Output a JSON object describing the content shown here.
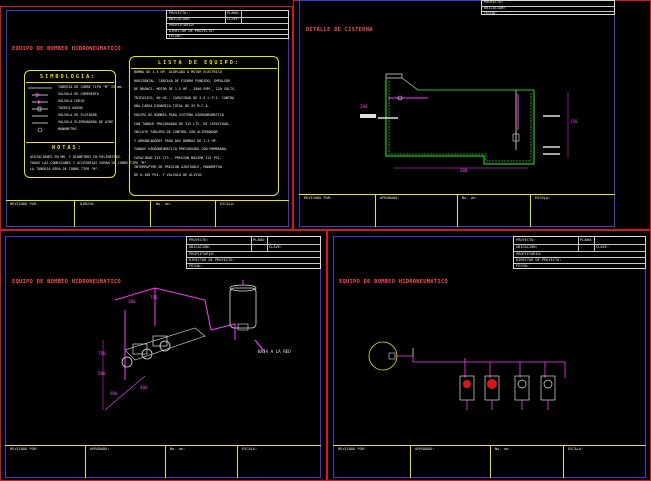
{
  "sheets": {
    "s1": {
      "title": "EQUIPO DE BOMBEO HIDRONEUMATICO",
      "legend_heading": "SIMBOLOGIA:",
      "legend_items": [
        "TUBERIA DE COBRE TIPO \"M\" 25 mm.",
        "VALVULA DE COMPUERTA",
        "VALVULA CHECK",
        "TUERCA UNION",
        "VALVULA DE FLOTADOR",
        "VALVULA ELIMINADORA DE AIRE",
        "MANOMETRO"
      ],
      "notes_heading": "NOTAS:",
      "notes": [
        "ACOTACIONES EN MM. Y DIAMETROS EN MILIMETROS.",
        "TODAS LAS CONEXIONES Y ACCESORIOS SERAN DE COBRE TIPO \"M\".",
        "LA TUBERIA SERA DE COBRE TIPO \"M\"."
      ],
      "equip_heading": "LISTA DE EQUIPO:",
      "equip_lines": [
        "BOMBA DE 1.5 HP. ACOPLADA A MOTOR ELECTRICO",
        "HORIZONTAL, CARCASA DE FIERRO FUNDIDO, IMPULSOR",
        "DE BRONCE, MOTOR DE 1.5 HP., 3500 RPM., 220 VOLTS,",
        "TRIFASICO, 60 HZ., CAPACIDAD DE 2.5 L.P.S. CONTRA",
        "UNA CARGA DINAMICA TOTAL DE 35 M.C.A.",
        "EQUIPO DE BOMBEO PARA SISTEMA HIDRONEUMATICO",
        "CON TANQUE PRECARGADO DE 315 LTS. DE CAPACIDAD,",
        "INCLUYE TABLERO DE CONTROL CON ALTERNADOR",
        "Y ARRANCADORES PARA DOS BOMBAS DE 1.5 HP.",
        "TANQUE HIDRONEUMATICO PRECARGADO CON MEMBRANA,",
        "CAPACIDAD 315 LTS., PRESION MAXIMA 125 PSI.",
        "INTERRUPTOR DE PRESION AJUSTABLE, MANOMETRO",
        "DE 0-100 PSI. Y VALVULA DE ALIVIO."
      ],
      "titleblock": {
        "r1": [
          "PROYECTO:",
          "PLANO:"
        ],
        "r2": [
          "UBICACION:",
          "CLAVE:"
        ],
        "r3": [
          "PROPIETARIO:",
          ""
        ],
        "r4": [
          "DIRECTOR DE PROYECTO:",
          ""
        ],
        "r5": [
          "FECHA:",
          ""
        ]
      },
      "footer": [
        "REVISADO POR:",
        "DIBUJO:",
        "No. de:",
        "ESCALA:"
      ]
    },
    "s2": {
      "title": "DETALLE DE CISTERNA",
      "dims": [
        "300",
        "150",
        "200"
      ],
      "footer": [
        "REVISADO POR:",
        "APROBADO:",
        "No. de:",
        "ESCALA:"
      ],
      "titleblock": [
        "PROYECTO:",
        "UBICACION:",
        "FECHA:"
      ]
    },
    "s3": {
      "title": "EQUIPO DE BOMBEO HIDRONEUMATICO",
      "label": "BAJA A LA RED",
      "dims": [
        "750",
        "500",
        "900",
        "300",
        "750",
        "400"
      ],
      "footer": [
        "REVISADO POR:",
        "APROBADO:",
        "No. de:",
        "ESCALA:"
      ],
      "titleblock": {
        "r1": [
          "PROYECTO:",
          "PLANO:"
        ],
        "r2": [
          "UBICACION:",
          "CLAVE:"
        ],
        "r3": [
          "PROPIETARIO:",
          ""
        ],
        "r4": [
          "DIRECTOR DE PROYECTO:",
          ""
        ],
        "r5": [
          "FECHA:",
          ""
        ]
      }
    },
    "s4": {
      "title": "EQUIPO DE BOMBEO HIDRONEUMATICO",
      "footer": [
        "REVISADO POR:",
        "APROBADO:",
        "No. de:",
        "ESCALA:"
      ],
      "titleblock": {
        "r1": [
          "PROYECTO:",
          "PLANO:"
        ],
        "r2": [
          "UBICACION:",
          "CLAVE:"
        ],
        "r3": [
          "PROPIETARIO:",
          ""
        ],
        "r4": [
          "DIRECTOR DE PROYECTO:",
          ""
        ],
        "r5": [
          "FECHA:",
          ""
        ]
      }
    }
  }
}
